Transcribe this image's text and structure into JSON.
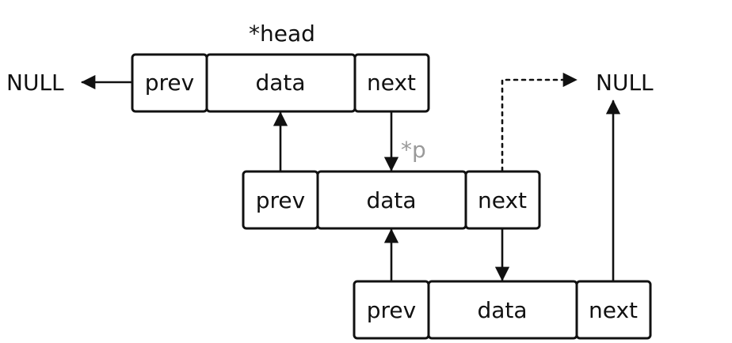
{
  "nodes": [
    {
      "prev": "prev",
      "data": "data",
      "next": "next"
    },
    {
      "prev": "prev",
      "data": "data",
      "next": "next"
    },
    {
      "prev": "prev",
      "data": "data",
      "next": "next"
    }
  ],
  "labels": {
    "head": "*head",
    "p": "*p",
    "null_left": "NULL",
    "null_right": "NULL"
  },
  "colors": {
    "ink": "#111111",
    "pointer_label": "#9a9a9a",
    "background": "#ffffff"
  }
}
